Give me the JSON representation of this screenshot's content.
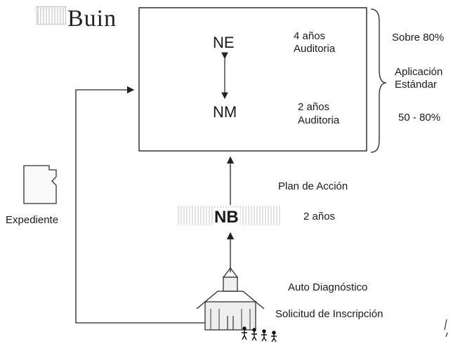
{
  "logo": {
    "text": "Buin"
  },
  "levels": {
    "ne": {
      "label": "NE",
      "duration": "4 años",
      "audit": "Auditoria"
    },
    "nm": {
      "label": "NM",
      "duration": "2 años",
      "audit": "Auditoria"
    },
    "nb": {
      "label": "NB",
      "duration": "2 años"
    }
  },
  "right_notes": {
    "top": "Sobre 80%",
    "middle_line1": "Aplicación",
    "middle_line2": "Estándar",
    "bottom": "50 - 80%"
  },
  "plan_label": "Plan de Acción",
  "expediente_label": "Expediente",
  "school_labels": {
    "auto": "Auto Diagnóstico",
    "solicitud": "Solicitud de Inscripción"
  },
  "icons": [
    "folder-icon",
    "school-icon",
    "logo-mark-icon"
  ]
}
